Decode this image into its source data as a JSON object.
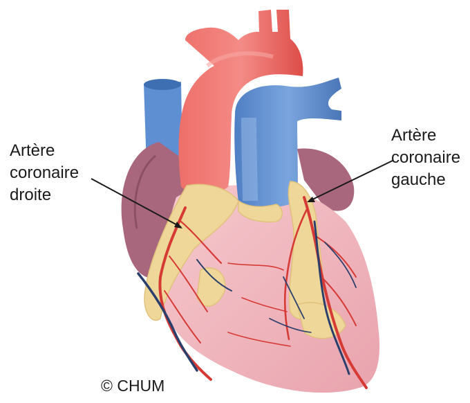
{
  "labels": {
    "right_coronary": [
      "Artère",
      "coronaire",
      "droite"
    ],
    "left_coronary": [
      "Artère",
      "coronaire",
      "gauche"
    ]
  },
  "credit": "© CHUM",
  "colors": {
    "aorta": "#e85b57",
    "vein_blue": "#5f8fd0",
    "heart_pink": "#f2b8bf",
    "atrium_purple": "#a5657a",
    "fat_yellow": "#efd79a",
    "artery_red": "#d9403a",
    "vein_dark": "#2a3f6e"
  }
}
